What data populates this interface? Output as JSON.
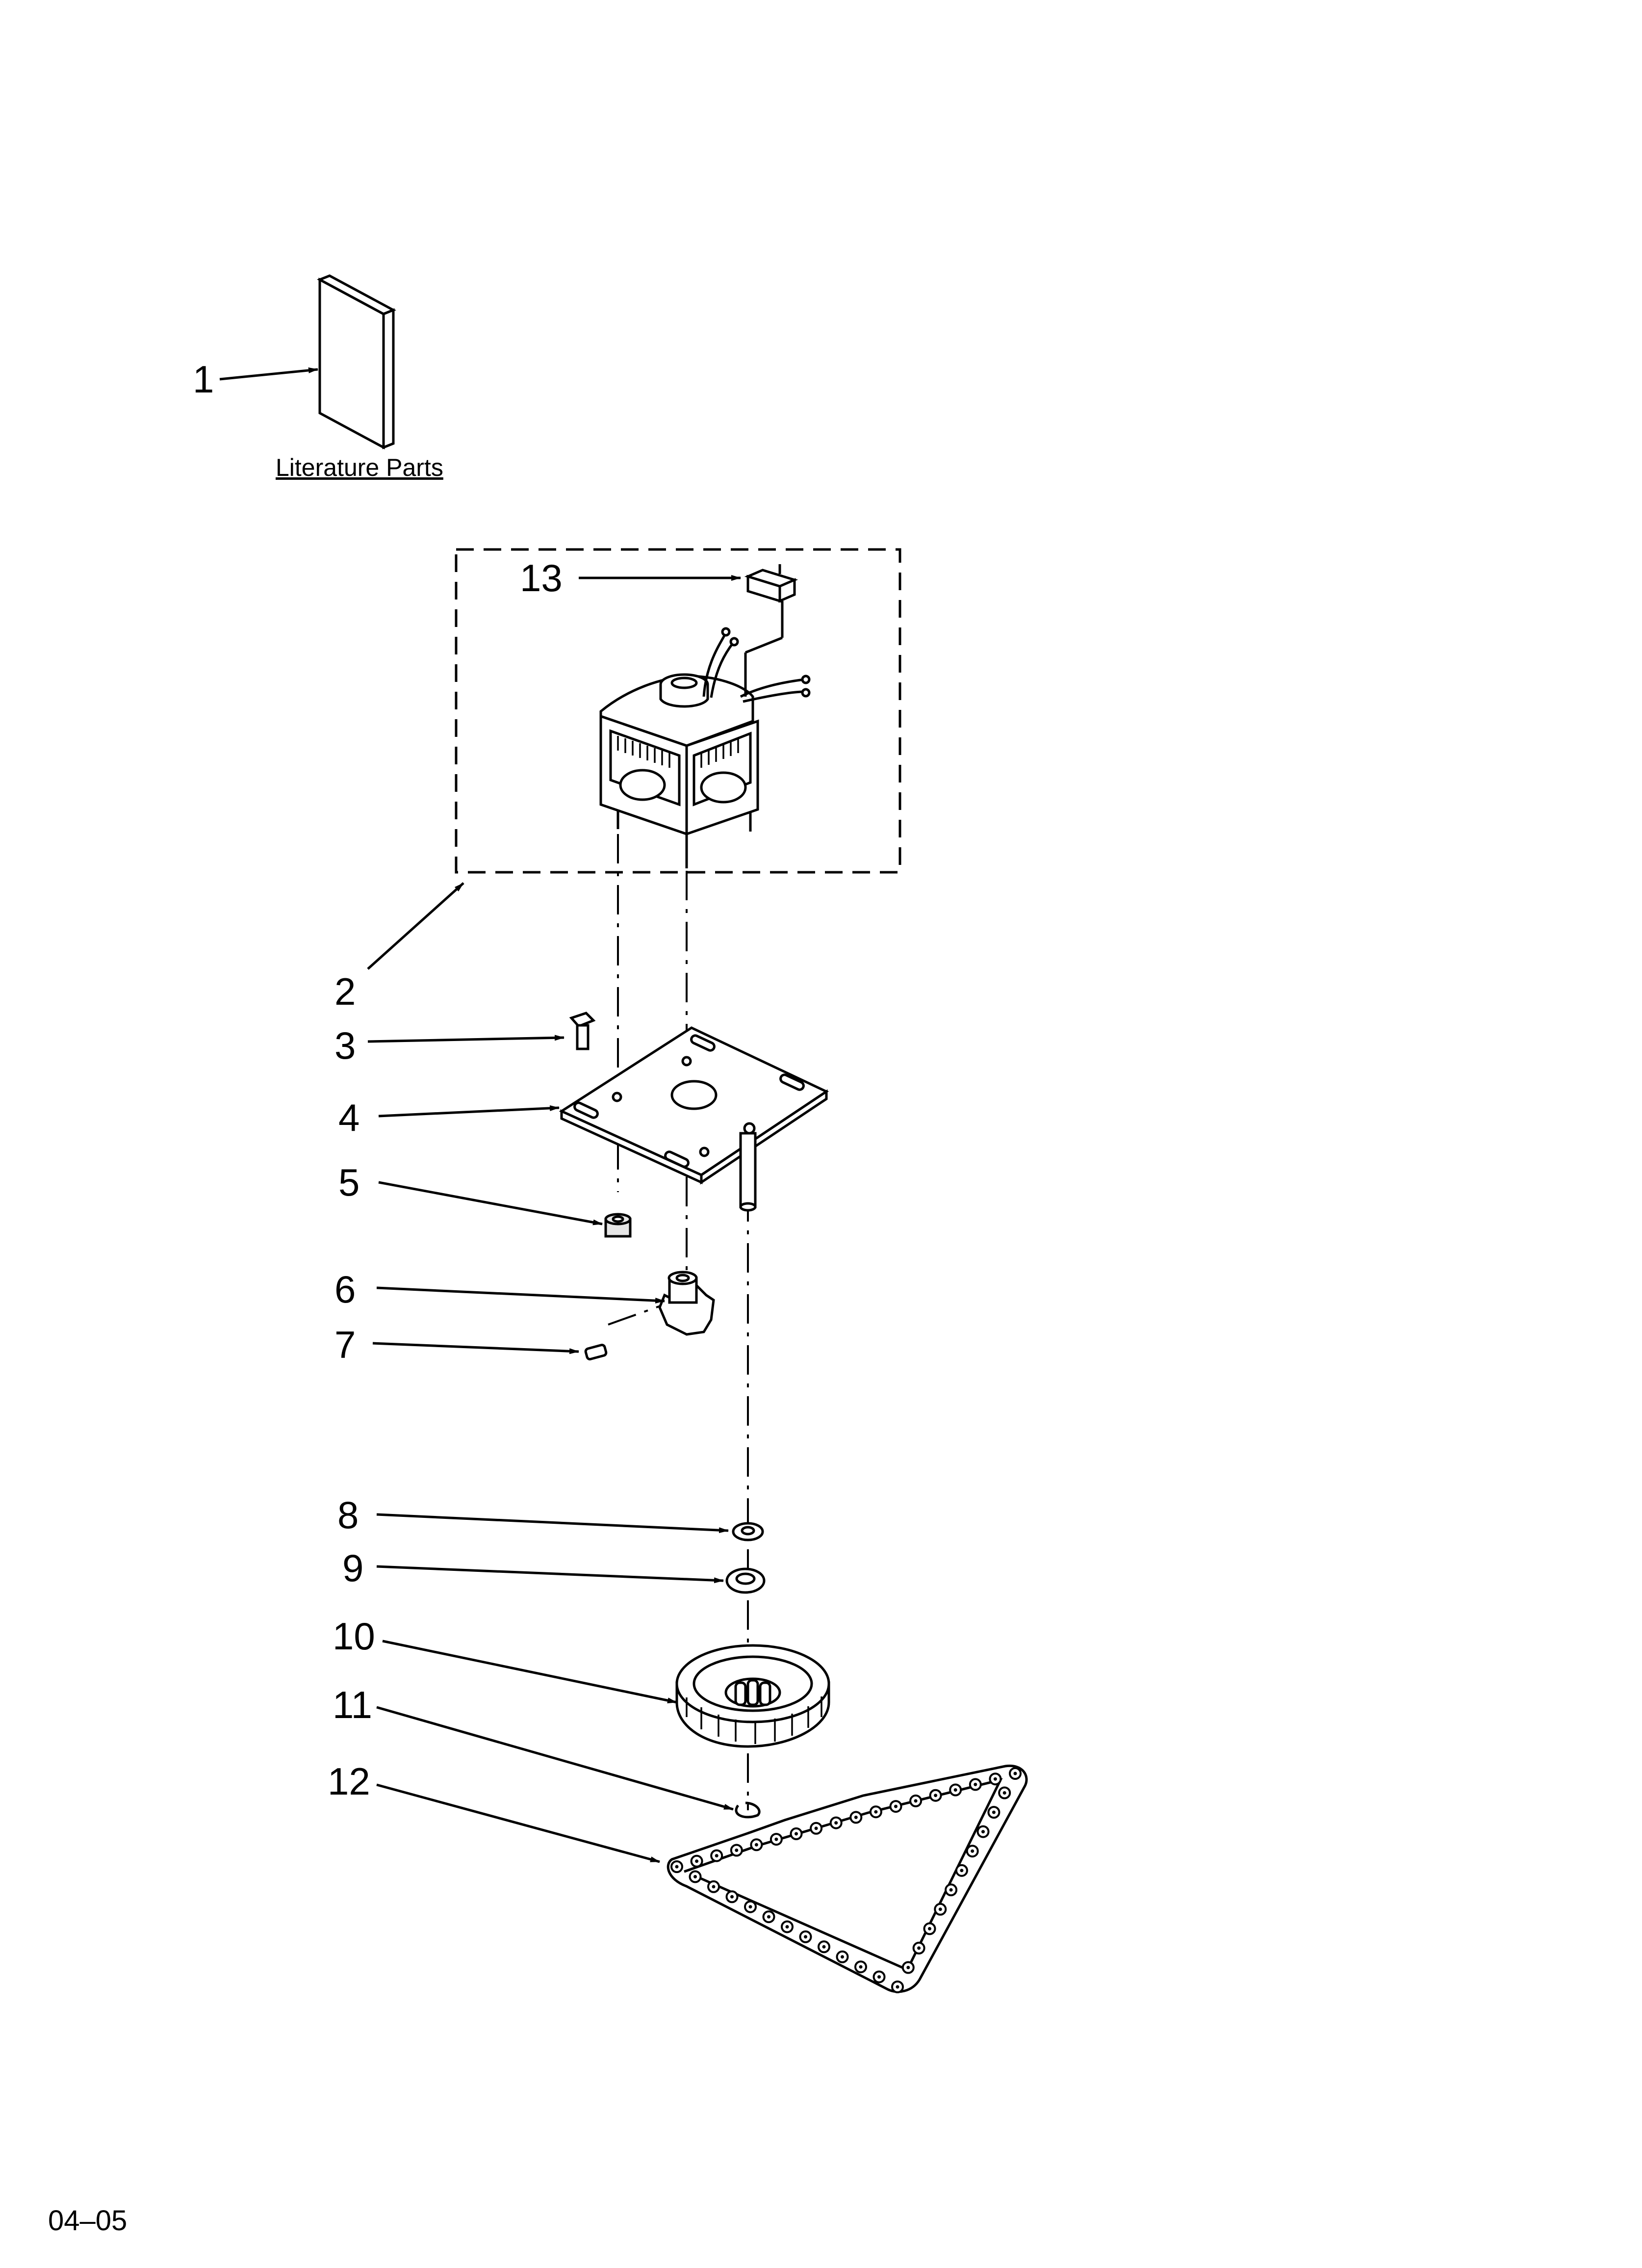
{
  "literature_label": "Literature Parts",
  "page_code": "04–05",
  "callouts": [
    {
      "id": "1",
      "label": "1"
    },
    {
      "id": "2",
      "label": "2"
    },
    {
      "id": "3",
      "label": "3"
    },
    {
      "id": "4",
      "label": "4"
    },
    {
      "id": "5",
      "label": "5"
    },
    {
      "id": "6",
      "label": "6"
    },
    {
      "id": "7",
      "label": "7"
    },
    {
      "id": "8",
      "label": "8"
    },
    {
      "id": "9",
      "label": "9"
    },
    {
      "id": "10",
      "label": "10"
    },
    {
      "id": "11",
      "label": "11"
    },
    {
      "id": "12",
      "label": "12"
    },
    {
      "id": "13",
      "label": "13"
    }
  ]
}
